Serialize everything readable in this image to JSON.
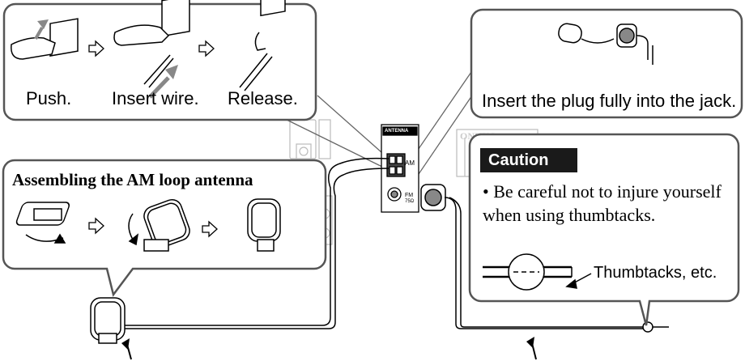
{
  "wire_steps": {
    "push": "Push.",
    "insert_wire": "Insert wire.",
    "release": "Release."
  },
  "fm_panel": {
    "instruction": "Insert the plug fully into the jack."
  },
  "am_panel": {
    "title": "Assembling the AM loop antenna"
  },
  "caution": {
    "heading": "Caution",
    "bullet": "• Be careful not to injure yourself when using thumbtacks.",
    "thumbtack_label": "Thumbtacks, etc."
  },
  "antenna_terminal": {
    "heading": "ANTENNA",
    "am_label": "AM",
    "fm_label": "FM",
    "fm_impedance": "75Ω"
  },
  "receiver_logo": "ONKYO",
  "colors": {
    "line": "#000000",
    "panel_border": "#555555",
    "panel_fill": "#ffffff",
    "arrow_fill": "#888888",
    "caution_fill": "#1a1a1a"
  }
}
